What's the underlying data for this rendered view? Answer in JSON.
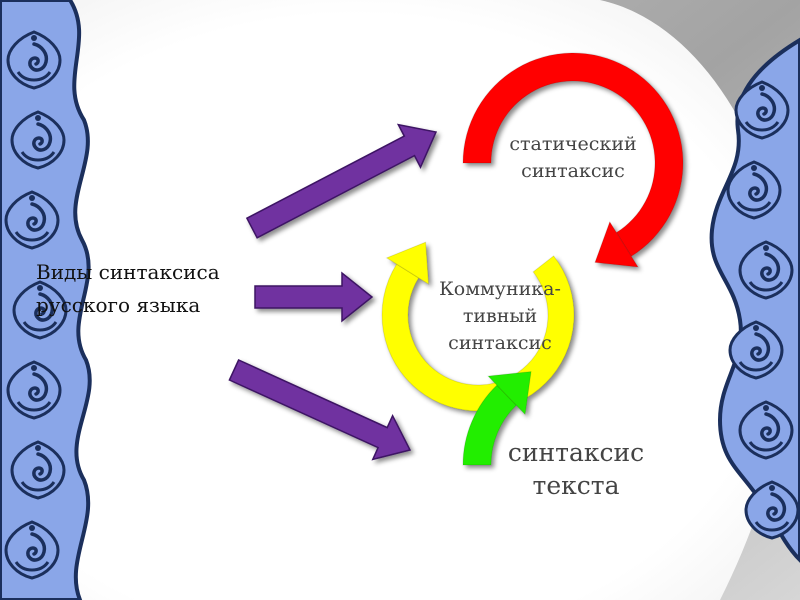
{
  "title_lines": [
    "Виды синтаксиса",
    "русского языка"
  ],
  "rings": [
    {
      "color": "#ff0000",
      "label_lines": [
        "статический",
        "синтаксис"
      ]
    },
    {
      "color": "#ffff00",
      "label_lines": [
        "Коммуника-",
        "тивный",
        "синтаксис"
      ]
    },
    {
      "color": "#22ee00",
      "label_lines": [
        "синтаксис",
        "текста"
      ]
    }
  ],
  "colors": {
    "arrow_fill": "#7030a0",
    "ornament": "#8aa6e8",
    "ornament_dark": "#1b2f5c",
    "backdrop": "#9c9c9c"
  },
  "icons": [
    "ornament-left",
    "ornament-right",
    "arrow-right"
  ]
}
